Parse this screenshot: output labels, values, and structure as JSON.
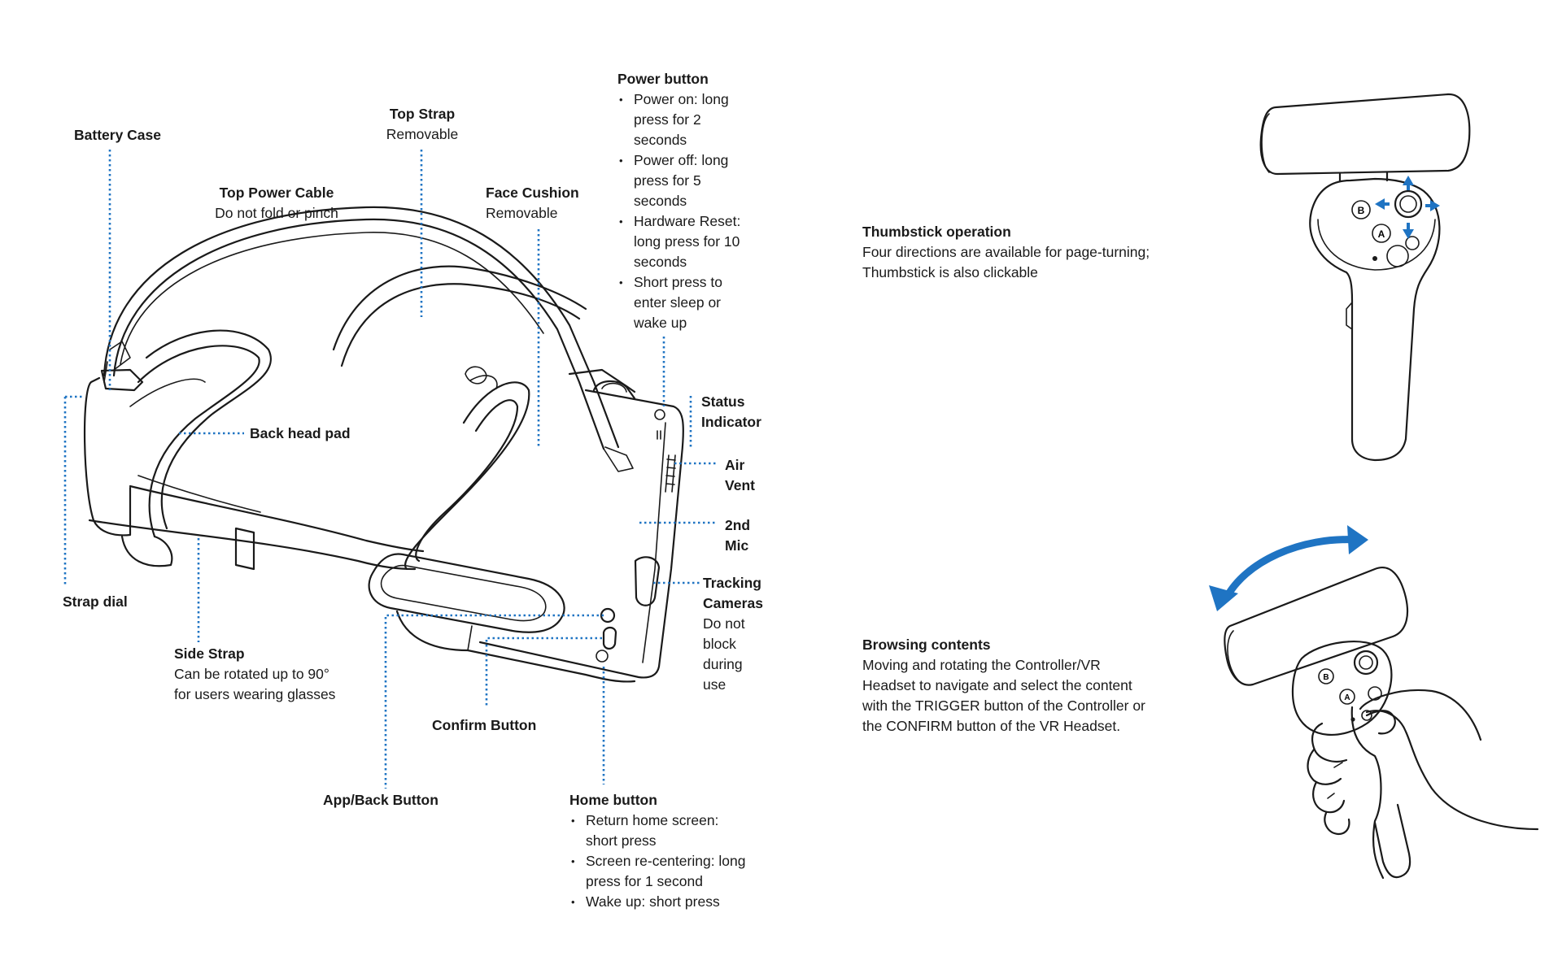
{
  "headset": {
    "battery_case": {
      "title": "Battery Case"
    },
    "top_strap": {
      "title": "Top Strap",
      "desc": "Removable"
    },
    "top_power_cable": {
      "title": "Top Power Cable",
      "desc": "Do not fold or pinch"
    },
    "face_cushion": {
      "title": "Face Cushion",
      "desc": "Removable"
    },
    "power_button": {
      "title": "Power button",
      "items": [
        "Power on: long press for 2 seconds",
        "Power off: long press for 5 seconds",
        "Hardware Reset: long press for 10 seconds",
        "Short press to enter sleep or wake up"
      ]
    },
    "status_indicator": {
      "title_1": "Status",
      "title_2": "Indicator"
    },
    "back_head_pad": {
      "title": "Back head pad"
    },
    "air_vent": {
      "title_1": "Air",
      "title_2": "Vent"
    },
    "second_mic": {
      "title_1": "2nd",
      "title_2": "Mic"
    },
    "tracking_cameras": {
      "title_1": "Tracking",
      "title_2": "Cameras",
      "desc": "Do not block during use"
    },
    "strap_dial": {
      "title": "Strap dial"
    },
    "side_strap": {
      "title": "Side Strap",
      "desc_1": "Can be rotated up to 90°",
      "desc_2": "for users wearing glasses"
    },
    "confirm_button": {
      "title": "Confirm Button"
    },
    "app_back_button": {
      "title": "App/Back Button"
    },
    "home_button": {
      "title": "Home button",
      "items": [
        "Return home screen: short press",
        "Screen re-centering: long press for 1 second",
        "Wake up: short press"
      ]
    }
  },
  "controller": {
    "thumbstick": {
      "title": "Thumbstick operation",
      "desc_1": "Four directions are available for page-turning;",
      "desc_2": "Thumbstick is also clickable"
    },
    "browsing": {
      "title": "Browsing contents",
      "desc_1": "Moving and rotating the Controller/VR",
      "desc_2": "Headset to navigate and select the content",
      "desc_3": "with the TRIGGER button of the Controller or",
      "desc_4": "the CONFIRM button of the VR Headset."
    },
    "button_letters": {
      "b": "B",
      "a": "A"
    }
  },
  "colors": {
    "accent": "#1f74c3",
    "line": "#1a1a1a"
  }
}
